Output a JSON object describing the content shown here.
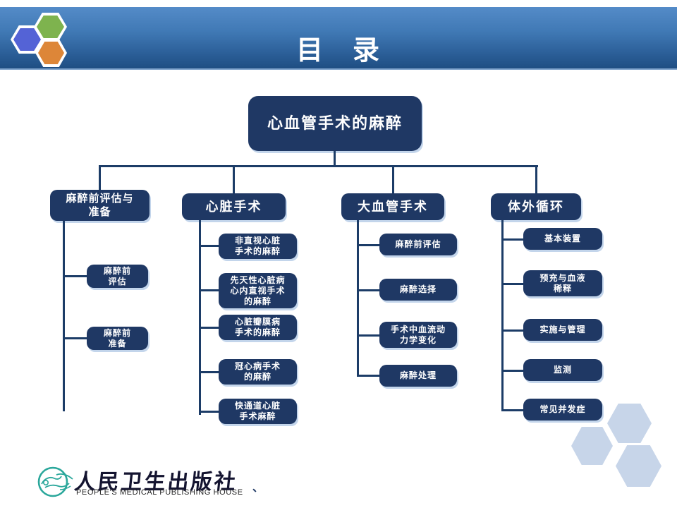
{
  "header": {
    "title": "目　录"
  },
  "tree": {
    "root": "心血管手术的麻醉",
    "branches": [
      {
        "label": "麻醉前评估与\n准备",
        "children": [
          "麻醉前\n评估",
          "麻醉前\n准备"
        ]
      },
      {
        "label": "心脏手术",
        "children": [
          "非直视心脏\n手术的麻醉",
          "先天性心脏病\n心内直视手术\n的麻醉",
          "心脏瓣膜病\n手术的麻醉",
          "冠心病手术\n的麻醉",
          "快通道心脏\n手术麻醉"
        ]
      },
      {
        "label": "大血管手术",
        "children": [
          "麻醉前评估",
          "麻醉选择",
          "手术中血流动\n力学变化",
          "麻醉处理"
        ]
      },
      {
        "label": "体外循环",
        "children": [
          "基本装置",
          "预充与血液\n稀释",
          "实施与管理",
          "监测",
          "常见并发症"
        ]
      }
    ]
  },
  "footer": {
    "publisher_cn": "人民卫生出版社",
    "publisher_en": "PEOPLE'S MEDICAL PUBLISHING HOUSE",
    "stray_mark": "、"
  },
  "colors": {
    "node_navy": "#1f3864",
    "connector_navy": "#1c3c67",
    "header_gradient_top": "#548bc8",
    "header_gradient_bottom": "#1f4e83",
    "logo_hex_purple": "#5463d6",
    "logo_hex_green": "#7eb34e",
    "logo_hex_orange": "#dd8638",
    "decor_hex_light_blue": "#c7d5e9",
    "publisher_teal": "#2aa79b"
  }
}
